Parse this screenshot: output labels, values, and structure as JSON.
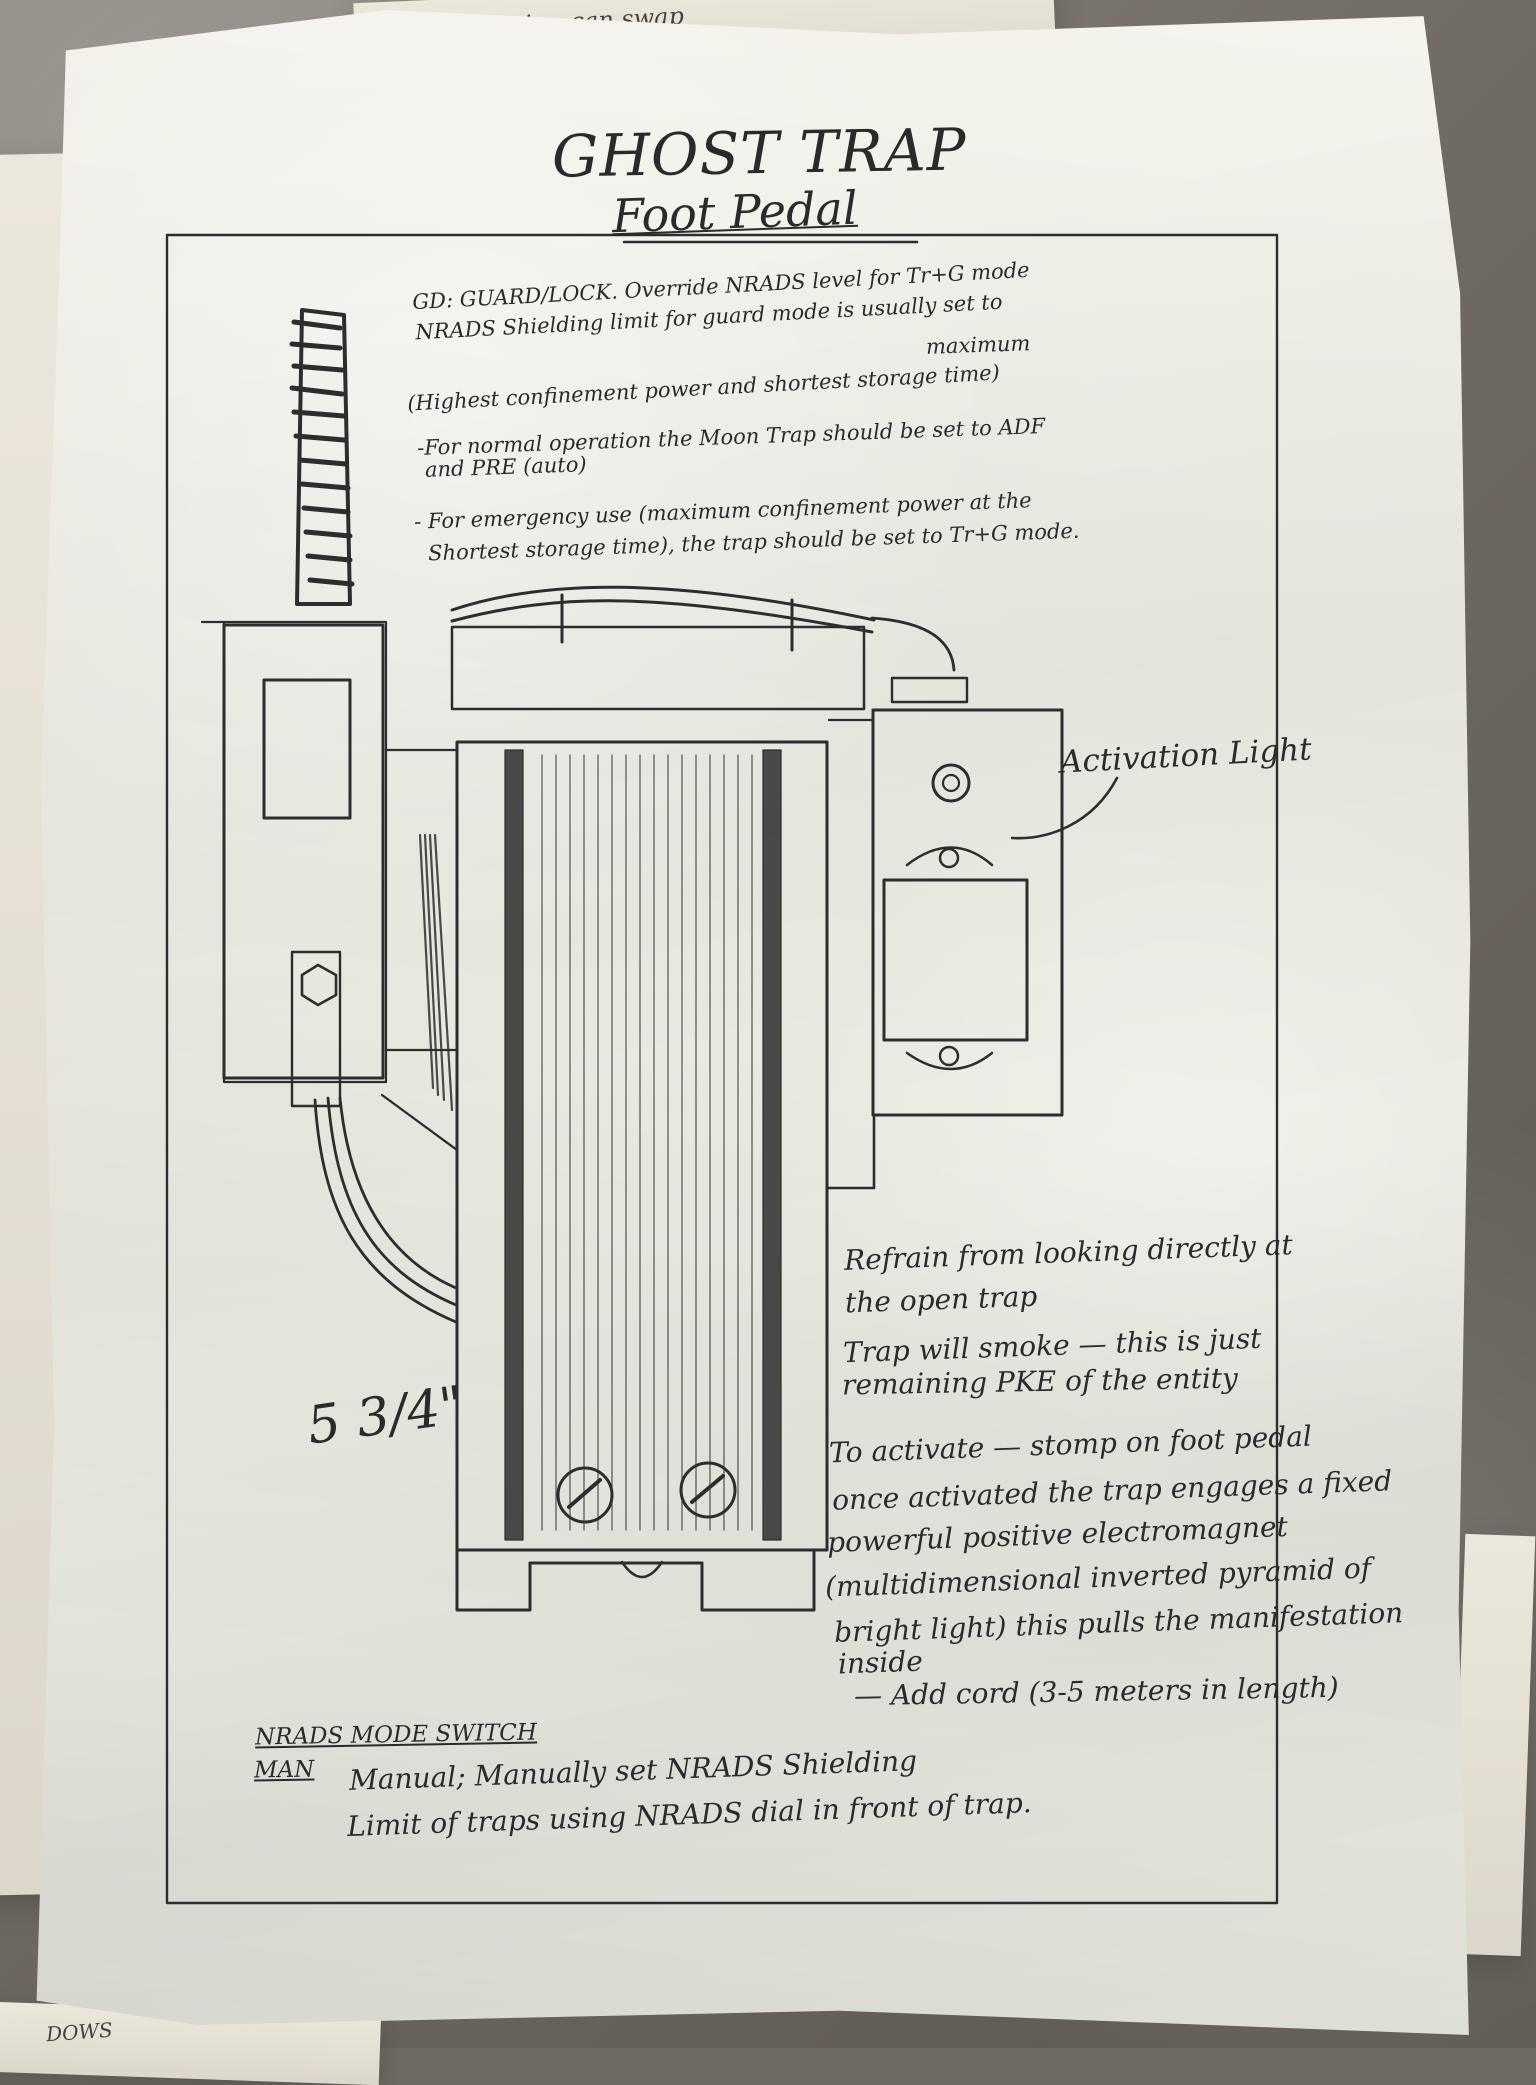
{
  "title": {
    "main": "GHOST TRAP",
    "sub": "Foot Pedal"
  },
  "notes": {
    "top": [
      "GD: GUARD/LOCK. Override NRADS level for Tr+G mode",
      "NRADS Shielding limit for guard mode is usually set to",
      "maximum",
      "(Highest confinement power and shortest storage time)",
      "-For normal operation the Moon Trap should be set to ADF",
      "and PRE (auto)",
      "- For emergency use (maximum confinement power at the",
      "Shortest storage time), the trap should be set to Tr+G mode."
    ],
    "activation_light": "Activation Light",
    "right": [
      "Refrain from looking directly at",
      "the open trap",
      "Trap will smoke — this is just",
      "remaining PKE of the entity",
      "To activate — stomp on foot pedal",
      "once activated the trap engages a fixed",
      "powerful positive electromagnet",
      "(multidimensional inverted pyramid of",
      "bright light) this pulls the manifestation",
      "inside",
      "— Add cord (3-5 meters in length)"
    ],
    "dimension": "5 3/4\"",
    "mode_switch": {
      "title": "NRADS MODE SWITCH",
      "label": "MAN",
      "lines": [
        "Manual; Manually set NRADS Shielding",
        "Limit of traps using NRADS dial in front of trap."
      ]
    }
  },
  "underlay": {
    "top_scrap": "- (origin - can swap",
    "bottom_scrap": "DOWS"
  }
}
